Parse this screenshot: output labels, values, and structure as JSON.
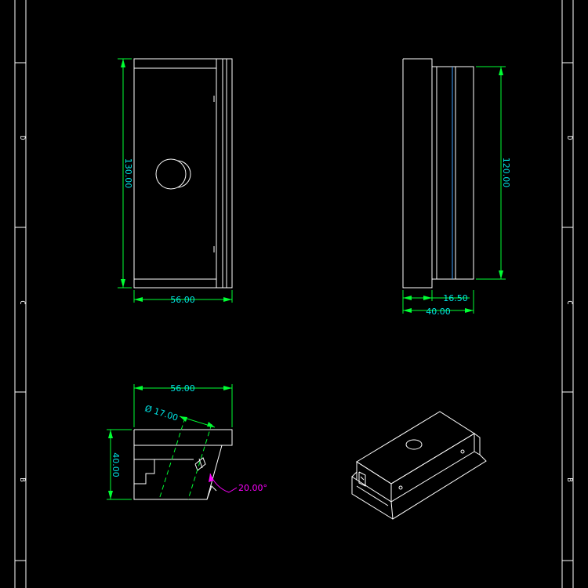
{
  "colors": {
    "background": "#000000",
    "outline": "#ffffff",
    "dimension_line": "#00ff33",
    "dimension_text": "#00e5e5",
    "angle": "#ff00ff"
  },
  "border": {
    "zone_left": [
      "D",
      "C",
      "B"
    ],
    "zone_right": [
      "D",
      "C",
      "B"
    ]
  },
  "views": {
    "front": {
      "height_dim": "130.00",
      "width_dim": "56.00"
    },
    "side": {
      "height_dim": "120.00",
      "step_dim": "16.50",
      "width_dim": "40.00"
    },
    "section": {
      "width_dim": "56.00",
      "height_dim": "40.00",
      "hole_dim": "Ø 17.00",
      "angle_dim": "20.00°"
    },
    "iso": {}
  }
}
